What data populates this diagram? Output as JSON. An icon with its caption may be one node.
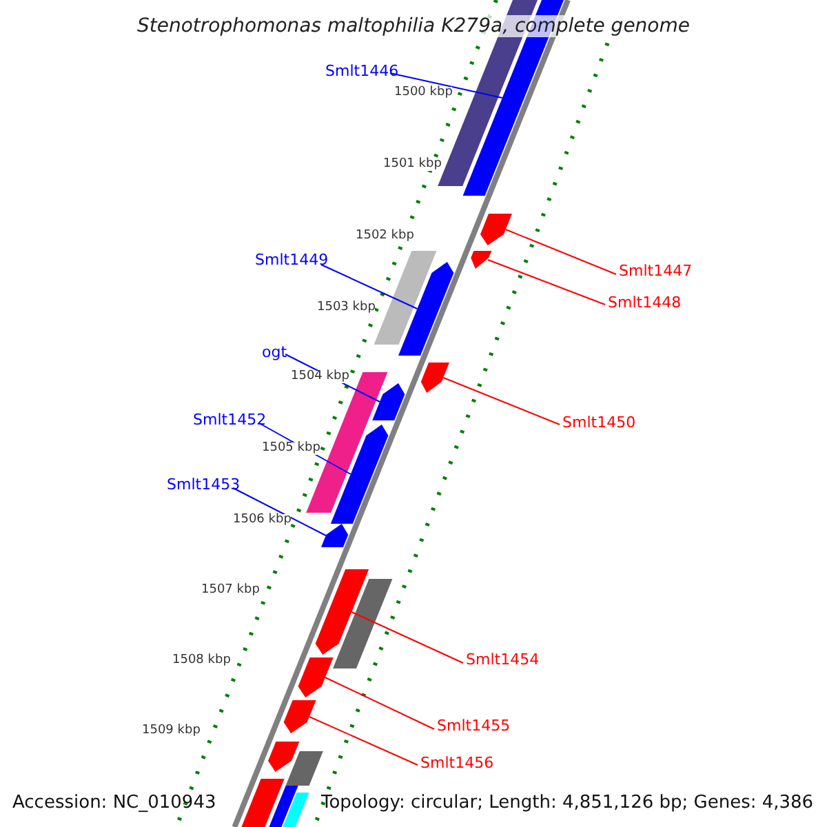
{
  "diagram": {
    "title": "Stenotrophomonas maltophilia K279a, complete genome",
    "nodes": [
      {
        "text": [
          "Smlt1446"
        ]
      },
      {
        "text": [
          "Smlt1449"
        ]
      },
      {
        "text": [
          "ogt"
        ]
      },
      {
        "text": [
          "Smlt1452"
        ]
      },
      {
        "text": [
          "Smlt1453"
        ]
      },
      {
        "text": [
          "Smlt1447"
        ]
      },
      {
        "text": [
          "Smlt1448"
        ]
      },
      {
        "text": [
          "Smlt1450"
        ]
      },
      {
        "text": [
          "Smlt1454"
        ]
      },
      {
        "text": [
          "Smlt1455"
        ]
      },
      {
        "text": [
          "Smlt1456"
        ]
      },
      {
        "text": [],
        "shape": "bar"
      },
      {
        "text": [],
        "shape": "bar"
      },
      {
        "text": [],
        "shape": "bar"
      },
      {
        "text": [],
        "shape": "bar"
      },
      {
        "text": [],
        "shape": "bar"
      },
      {
        "text": [],
        "shape": "bar"
      },
      {
        "text": [],
        "shape": "bar"
      },
      {
        "text": [],
        "shape": "bar"
      },
      {
        "text": [],
        "shape": "bar"
      },
      {
        "text": [],
        "shape": "bar"
      },
      {
        "text": [],
        "shape": "bar"
      },
      {
        "text": [],
        "shape": "bar"
      },
      {
        "text": [],
        "shape": "bar"
      },
      {
        "text": [],
        "shape": "bar"
      },
      {
        "text": [],
        "shape": "bar"
      },
      {
        "text": [],
        "shape": "bar"
      },
      {
        "text": [],
        "shape": "bar"
      },
      {
        "text": [],
        "shape": "bar"
      },
      {
        "text": [],
        "shape": "bar"
      },
      {
        "text": [],
        "shape": "bar"
      }
    ],
    "edges": [
      {
        "from": 0,
        "to": 11,
        "arrow": "none",
        "color": "#0000ff"
      },
      {
        "from": 1,
        "to": 14,
        "arrow": "none",
        "color": "#0000ff"
      },
      {
        "from": 2,
        "to": 16,
        "arrow": "none",
        "color": "#0000ff"
      },
      {
        "from": 3,
        "to": 17,
        "arrow": "none",
        "color": "#0000ff"
      },
      {
        "from": 4,
        "to": 18,
        "arrow": "none",
        "color": "#0000ff"
      },
      {
        "from": 5,
        "to": 12,
        "arrow": "none",
        "color": "#ff0000"
      },
      {
        "from": 6,
        "to": 13,
        "arrow": "none",
        "color": "#ff0000"
      },
      {
        "from": 7,
        "to": 15,
        "arrow": "none",
        "color": "#ff0000"
      },
      {
        "from": 8,
        "to": 19,
        "arrow": "none",
        "color": "#ff0000"
      },
      {
        "from": 9,
        "to": 20,
        "arrow": "none",
        "color": "#ff0000"
      },
      {
        "from": 10,
        "to": 21,
        "arrow": "none",
        "color": "#ff0000"
      }
    ],
    "labels": [
      "1500 kbp",
      "1501 kbp",
      "1502 kbp",
      "1503 kbp",
      "1504 kbp",
      "1505 kbp",
      "1506 kbp",
      "1507 kbp",
      "1508 kbp",
      "1509 kbp",
      "Accession: NC_010943",
      "Topology: circular; Length: 4,851,126 bp; Genes: 4,386"
    ]
  }
}
